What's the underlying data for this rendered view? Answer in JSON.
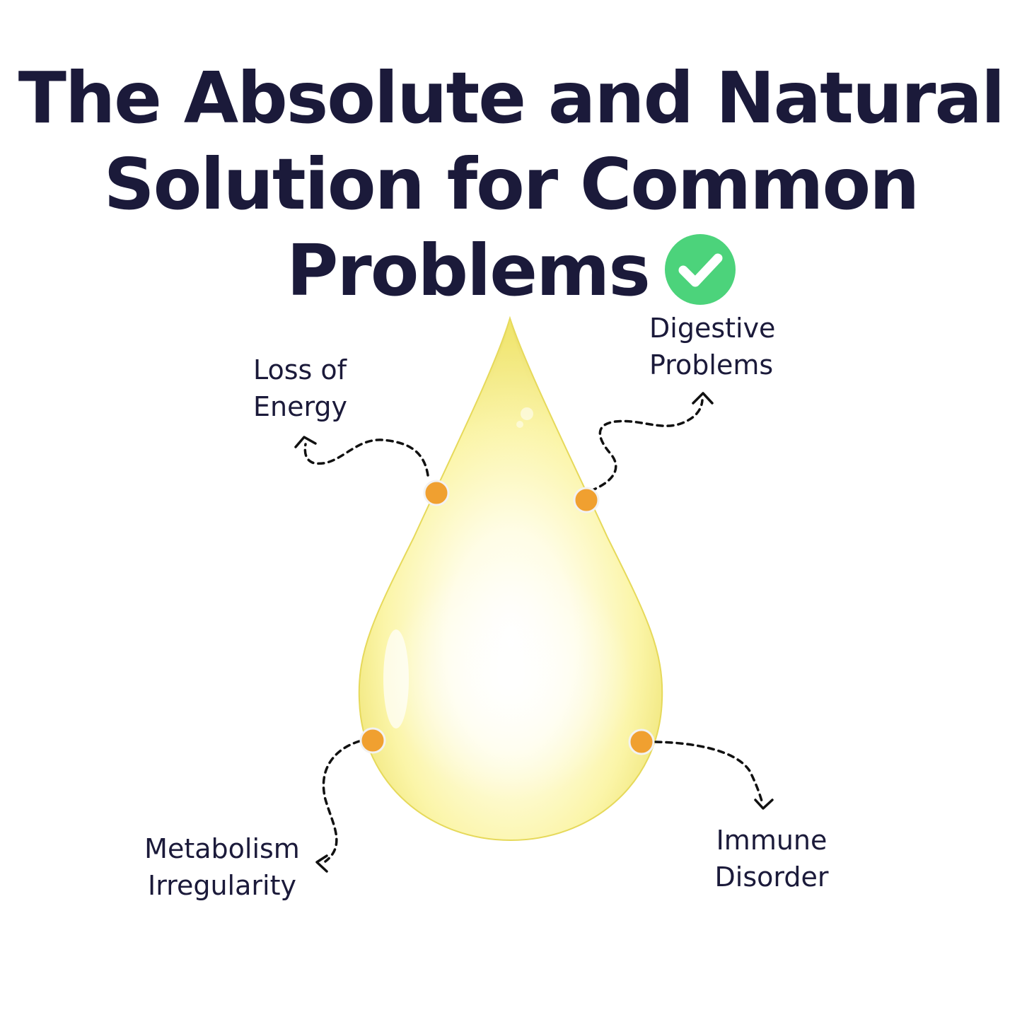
{
  "headline": {
    "line1": "The Absolute and Natural",
    "line2": "Solution for Common",
    "line3": "Problems"
  },
  "icons": {
    "headline_badge": "check-circle-icon",
    "drop": "oil-drop-illustration"
  },
  "colors": {
    "text": "#1b1a3a",
    "check": "#4cd37b",
    "marker": "#f0a030",
    "drop": "#f2ea7a"
  },
  "problems": {
    "loss_of_energy": {
      "line1": "Loss of",
      "line2": "Energy"
    },
    "digestive": {
      "line1": "Digestive",
      "line2": "Problems"
    },
    "metabolism": {
      "line1": "Metabolism",
      "line2": "Irregularity"
    },
    "immune": {
      "line1": "Immune",
      "line2": "Disorder"
    }
  }
}
